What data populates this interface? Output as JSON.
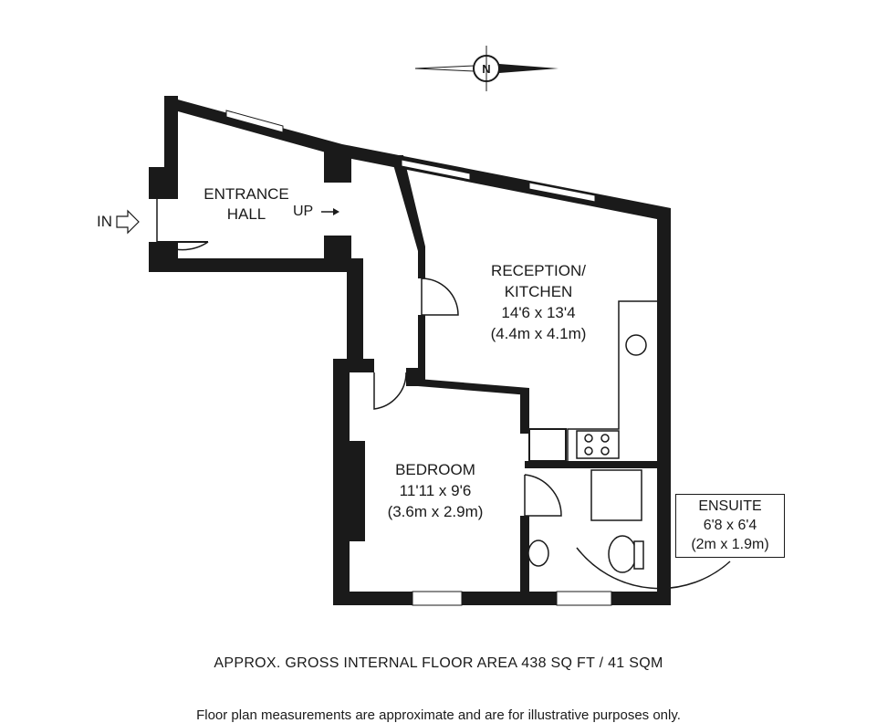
{
  "compass": {
    "label": "N",
    "icon": "compass-north-icon"
  },
  "entrance": {
    "label": "IN"
  },
  "stairs": {
    "label": "UP"
  },
  "rooms": {
    "entrance_hall": {
      "line1": "ENTRANCE",
      "line2": "HALL"
    },
    "reception": {
      "line1": "RECEPTION/",
      "line2": "KITCHEN",
      "dims_imperial": "14'6 x 13'4",
      "dims_metric": "(4.4m x 4.1m)"
    },
    "bedroom": {
      "line1": "BEDROOM",
      "dims_imperial": "11'11 x 9'6",
      "dims_metric": "(3.6m x 2.9m)"
    },
    "ensuite": {
      "line1": "ENSUITE",
      "dims_imperial": "6'8 x 6'4",
      "dims_metric": "(2m x 1.9m)"
    }
  },
  "footer": {
    "area": "APPROX. GROSS INTERNAL FLOOR AREA 438 SQ FT / 41 SQM",
    "disclaimer": "Floor plan measurements are approximate and are for illustrative purposes only."
  },
  "colors": {
    "wall": "#1a1a1a",
    "background": "#ffffff"
  }
}
